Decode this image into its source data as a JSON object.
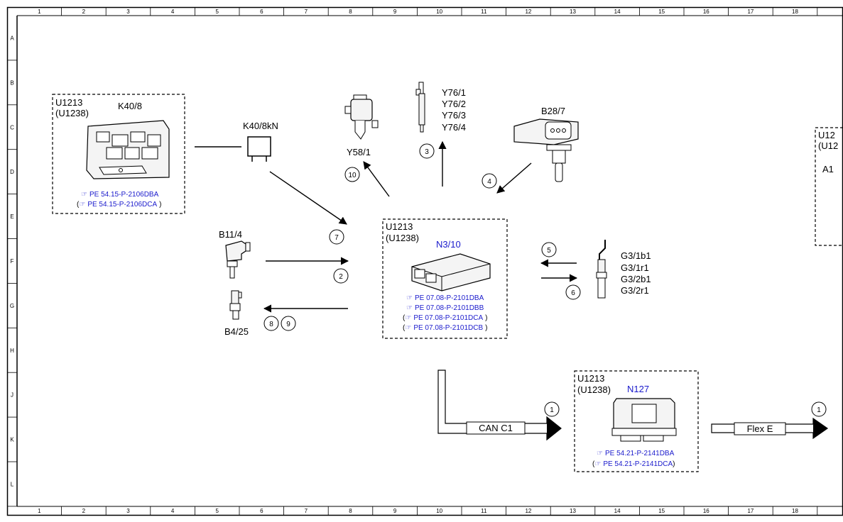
{
  "grid": {
    "columns": [
      "1",
      "2",
      "3",
      "4",
      "5",
      "6",
      "7",
      "8",
      "9",
      "10",
      "11",
      "12",
      "13",
      "14",
      "15",
      "16",
      "17",
      "18"
    ],
    "rows": [
      "A",
      "B",
      "C",
      "D",
      "E",
      "F",
      "G",
      "H",
      "J",
      "K",
      "L"
    ]
  },
  "components": {
    "k40_8": {
      "u1": "U1213",
      "u2": "(U1238)",
      "name": "K40/8",
      "refs": [
        {
          "pre": "",
          "text": "PE 54.15-P-2106DBA",
          "post": ""
        },
        {
          "pre": "(",
          "text": "PE 54.15-P-2106DCA",
          "post": ")"
        }
      ]
    },
    "k40_8kn": {
      "name": "K40/8kN"
    },
    "y58_1": {
      "name": "Y58/1"
    },
    "y76": {
      "names": [
        "Y76/1",
        "Y76/2",
        "Y76/3",
        "Y76/4"
      ]
    },
    "b28_7": {
      "name": "B28/7"
    },
    "n3_10": {
      "u1": "U1213",
      "u2": "(U1238)",
      "name": "N3/10",
      "refs": [
        {
          "pre": "",
          "text": "PE 07.08-P-2101DBA",
          "post": ""
        },
        {
          "pre": "",
          "text": "PE 07.08-P-2101DBB",
          "post": ""
        },
        {
          "pre": "(",
          "text": "PE 07.08-P-2101DCA",
          "post": ")"
        },
        {
          "pre": "(",
          "text": "PE 07.08-P-2101DCB",
          "post": ")"
        }
      ]
    },
    "b11_4": {
      "name": "B11/4"
    },
    "b4_25": {
      "name": "B4/25"
    },
    "g3": {
      "names": [
        "G3/1b1",
        "G3/1r1",
        "G3/2b1",
        "G3/2r1"
      ]
    },
    "n127": {
      "u1": "U1213",
      "u2": "(U1238)",
      "name": "N127",
      "refs": [
        {
          "pre": "",
          "text": "PE 54.21-P-2141DBA",
          "post": ""
        },
        {
          "pre": "(",
          "text": "PE 54.21-P-2141DCA",
          "post": ")"
        }
      ]
    },
    "right_partial": {
      "u1": "U12",
      "u2": "(U12",
      "name": "A1"
    }
  },
  "signals": [
    "1",
    "2",
    "3",
    "4",
    "5",
    "6",
    "7",
    "8",
    "9",
    "10",
    "1"
  ],
  "buses": {
    "can": "CAN C1",
    "flex": "Flex E"
  }
}
